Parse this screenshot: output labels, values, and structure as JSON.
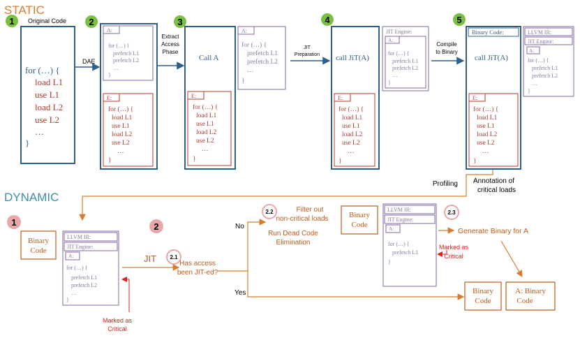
{
  "colors": {
    "blue": "#2e5f8a",
    "red": "#b03a2e",
    "purple": "#8064a2",
    "purple_text": "#8a7a9e",
    "orange": "#d77c2f",
    "brown": "#c05a1a",
    "green": "#7ac143",
    "pink": "#e9a8a8",
    "teal": "#3b8ea5",
    "crit_red": "#e0201b"
  },
  "headings": {
    "static": "STATIC",
    "dynamic": "DYNAMIC"
  },
  "steps": {
    "s1": "1",
    "s2": "2",
    "s3": "3",
    "s4": "4",
    "s5": "5"
  },
  "dyn_steps": {
    "d1": "1",
    "d2": "2",
    "d21": "2.1",
    "d22": "2.2",
    "d23": "2.3"
  },
  "labels": {
    "original_code": "Original Code",
    "dae": "DAE",
    "extract_1": "Extract",
    "extract_2": "Access",
    "extract_3": "Phase",
    "jit_prep_1": "JIT",
    "jit_prep_2": "Preparation",
    "compile_1": "Compile",
    "compile_2": "to Binary",
    "profiling": "Profiling",
    "annotation_1": "Annotation of",
    "annotation_2": "critical loads",
    "jit": "JIT",
    "has_access_1": "Has access",
    "has_access_2": "been JIT-ed?",
    "no": "No",
    "yes": "Yes",
    "filter_1": "Filter out",
    "filter_2": "non-critical loads",
    "rundead_1": "Run Dead Code",
    "rundead_2": "Elimination",
    "generate": "Generate Binary for A",
    "marked_1": "Marked as",
    "marked_2": "Critical"
  },
  "code": {
    "for_open": "for (…) {",
    "load_l1": "load L1",
    "use_l1": "use L1",
    "load_l2": "load L2",
    "use_l2": "use L2",
    "ellipsis": "…",
    "close": "}",
    "prefetch_l1": "prefetch L1",
    "prefetch_l2": "prefetch L2",
    "a_label": "A:",
    "e_label": "E:",
    "call_a": "Call A",
    "call_jit": "call JiT(A)",
    "jit_engine": "JIT Engine:",
    "binary_code_hdr": "Binary Code:",
    "llvm_ir": "LLVM IR:",
    "binary": "Binary",
    "code_word": "Code",
    "a_binary": "A: Binary"
  }
}
